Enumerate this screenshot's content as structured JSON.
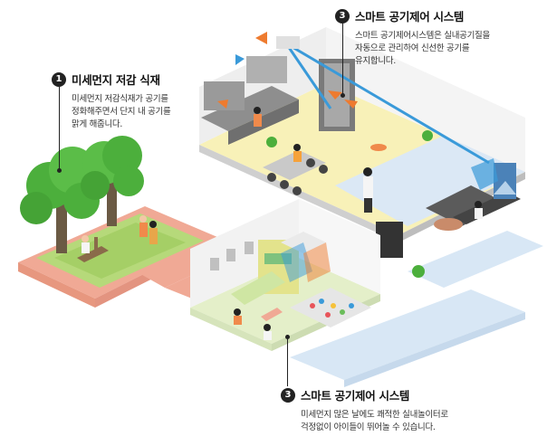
{
  "callouts": {
    "dust_plants": {
      "number": "1",
      "title": "미세먼지 저감 식재",
      "description": "미세먼지 저감식재가 공기를\n정화해주면서 단지 내 공기를\n맑게 해줍니다."
    },
    "smart_air_home": {
      "number": "3",
      "title": "스마트 공기제어 시스템",
      "description": "스마트 공기제어시스템은 실내공기질을\n자동으로 관리하여 신선한 공기를\n유지합니다."
    },
    "smart_air_playroom": {
      "number": "3",
      "title": "스마트 공기제어 시스템",
      "description": "미세먼지 많은 날에도 쾌적한 실내놀이터로\n걱정없이 아이들이 뛰어놀 수 있습니다."
    }
  },
  "colors": {
    "path_salmon": "#f0a995",
    "path_blue": "#d8e7f5",
    "floor_yellow": "#f8f1b8",
    "floor_green": "#e4efc9",
    "air_flow_blue": "#3a9ad9",
    "air_flow_orange": "#ee7b2f",
    "tree_green": "#4caf3c"
  }
}
